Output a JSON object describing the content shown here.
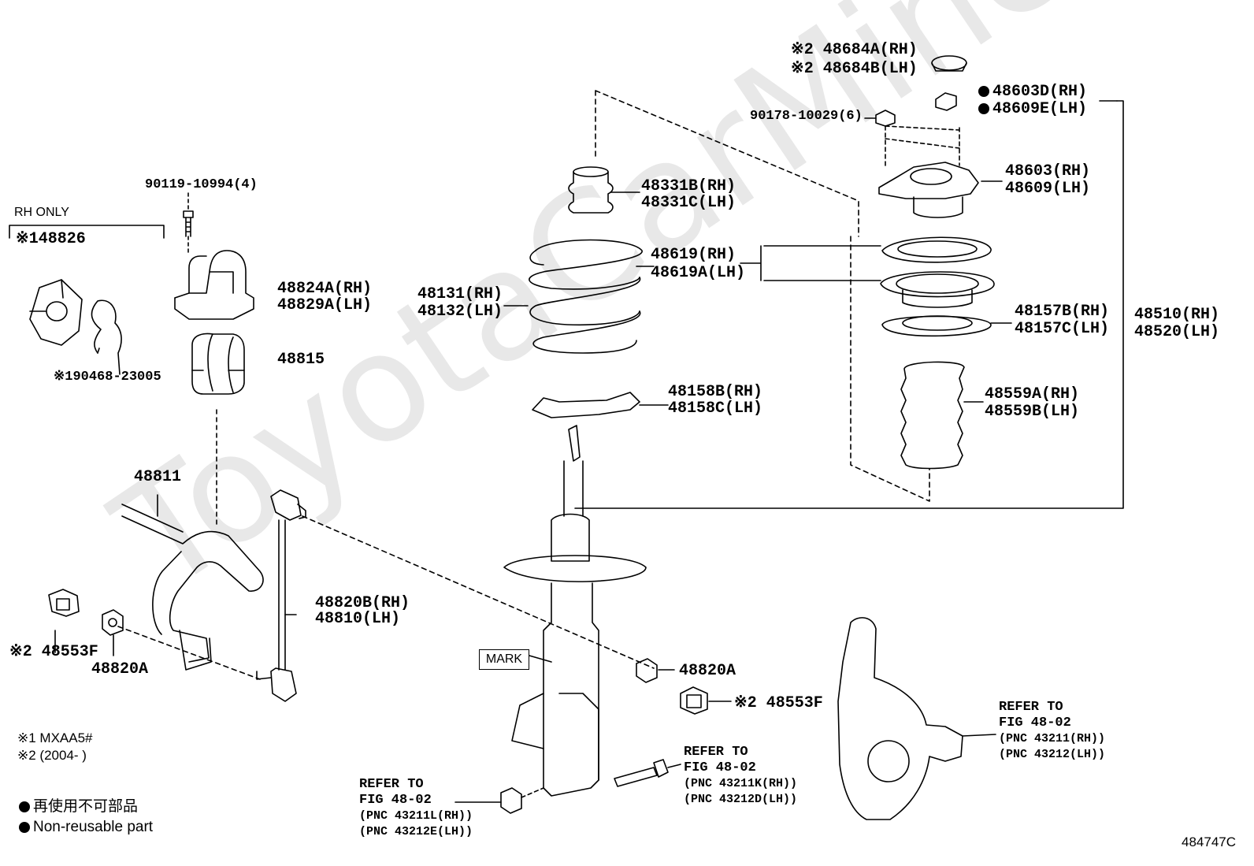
{
  "watermark": "ToyotaCarMine.ru",
  "figure_code": "484747C",
  "rh_only": "RH ONLY",
  "mark_label": "MARK",
  "labels": {
    "p48826": "※148826",
    "p90468": "※190468-23005",
    "p90119": "90119-10994(4)",
    "p48824A": "48824A(RH)",
    "p48829A": "48829A(LH)",
    "p48815": "48815",
    "p48811": "48811",
    "p48553F_l": "※2 48553F",
    "p48820A_l": "48820A",
    "p48820B": "48820B(RH)",
    "p48810": "48810(LH)",
    "p48331B": "48331B(RH)",
    "p48331C": "48331C(LH)",
    "p48131": "48131(RH)",
    "p48132": "48132(LH)",
    "p48619": "48619(RH)",
    "p48619A": "48619A(LH)",
    "p48158B": "48158B(RH)",
    "p48158C": "48158C(LH)",
    "p48684A": "※2 48684A(RH)",
    "p48684B": "※2 48684B(LH)",
    "p48603D": "48603D(RH)",
    "p48609E": "48609E(LH)",
    "p90178": "90178-10029(6)",
    "p48603": "48603(RH)",
    "p48609": "48609(LH)",
    "p48157B": "48157B(RH)",
    "p48157C": "48157C(LH)",
    "p48559A": "48559A(RH)",
    "p48559B": "48559B(LH)",
    "p48510": "48510(RH)",
    "p48520": "48520(LH)",
    "p48820A_r": "48820A",
    "p48553F_r": "※2 48553F"
  },
  "refers": {
    "left": [
      "REFER TO",
      "FIG 48-02",
      "(PNC 43211L(RH))",
      "(PNC 43212E(LH))"
    ],
    "middle": [
      "REFER TO",
      "FIG 48-02",
      "(PNC 43211K(RH))",
      "(PNC 43212D(LH))"
    ],
    "right": [
      "REFER TO",
      "FIG 48-02",
      "(PNC 43211(RH))",
      "(PNC 43212(LH))"
    ]
  },
  "notes": [
    "※1 MXAA5#",
    "※2 (2004-      )"
  ],
  "legend": [
    "再使用不可部品",
    "Non-reusable part"
  ]
}
